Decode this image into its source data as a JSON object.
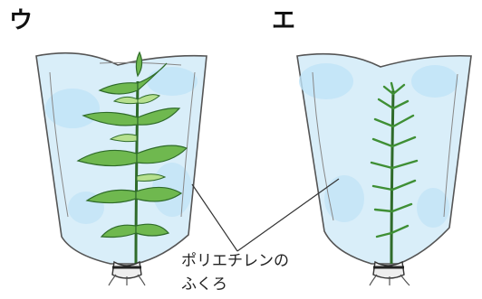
{
  "panels": [
    {
      "label": "ウ",
      "variant": "leafy-plant-in-bag"
    },
    {
      "label": "エ",
      "variant": "thin-plant-in-bag"
    }
  ],
  "callout": {
    "line1": "ポリエチレンの",
    "line2": "ふくろ"
  },
  "colors": {
    "bag_tint": "#bfe3f7",
    "bag_outline": "#555555",
    "leaf": "#4a9a3a",
    "leaf_light": "#9fd27c",
    "stem": "#2f6b2a",
    "tie": "#333333"
  }
}
